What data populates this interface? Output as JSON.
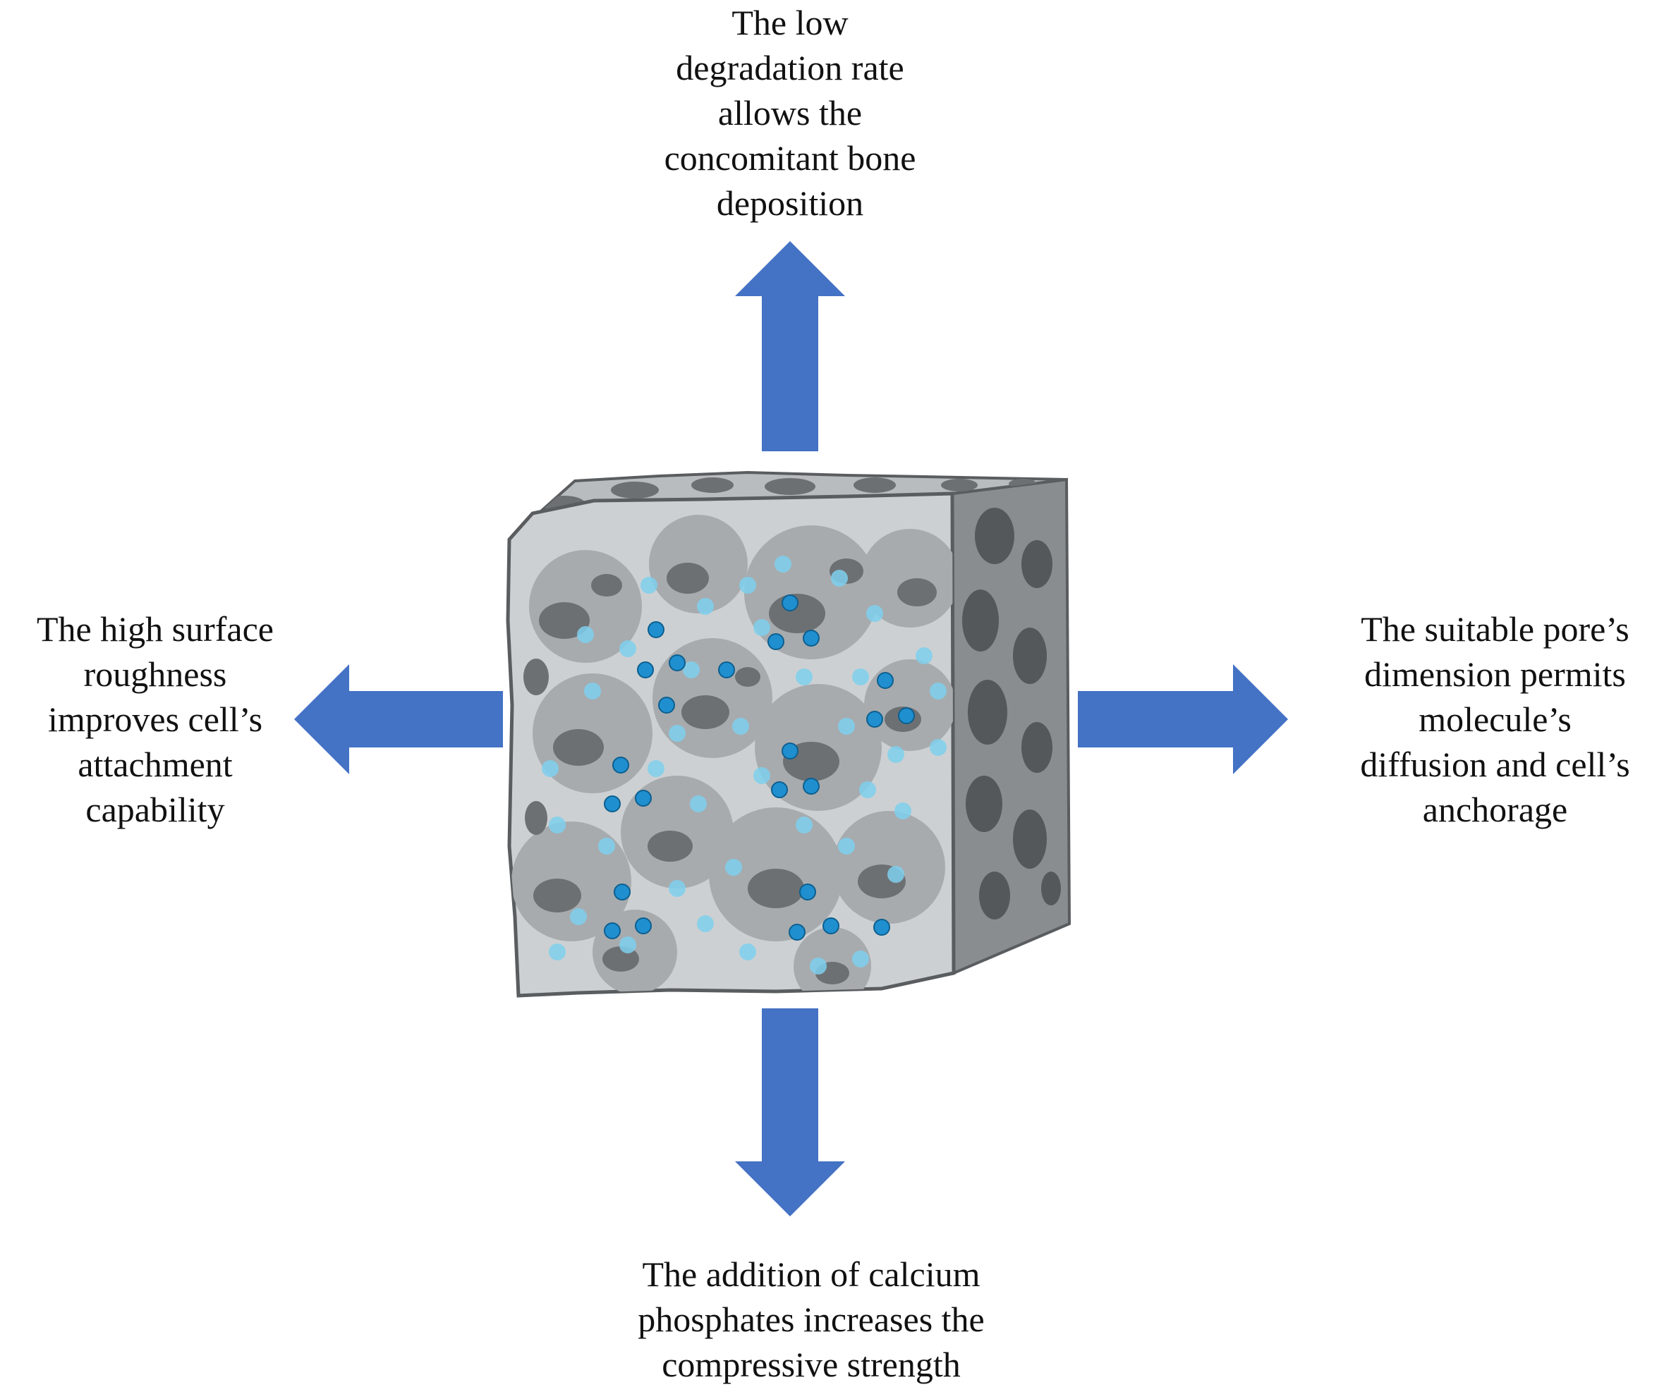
{
  "colors": {
    "arrow": "#4472C4",
    "scaffold_front": "#cdd0d2",
    "scaffold_side": "#8a8d8f",
    "pore_dark": "#6d7073",
    "particle": "#1f8fcf",
    "particle_light": "#66c6ea"
  },
  "icons": {
    "scaffold": "porous-scaffold-cube-icon",
    "arrows": "block-arrow-icon"
  },
  "labels": {
    "top": {
      "lines": [
        "The low",
        "degradation rate",
        "allows the",
        "concomitant bone",
        "deposition"
      ]
    },
    "left": {
      "lines": [
        "The high surface",
        "roughness",
        "improves cell’s",
        "attachment",
        "capability"
      ]
    },
    "right": {
      "lines": [
        "The suitable pore’s",
        "dimension permits",
        "molecule’s",
        "diffusion and cell’s",
        "anchorage"
      ]
    },
    "bottom": {
      "lines": [
        "The addition of calcium",
        "phosphates increases the",
        "compressive strength"
      ]
    }
  }
}
